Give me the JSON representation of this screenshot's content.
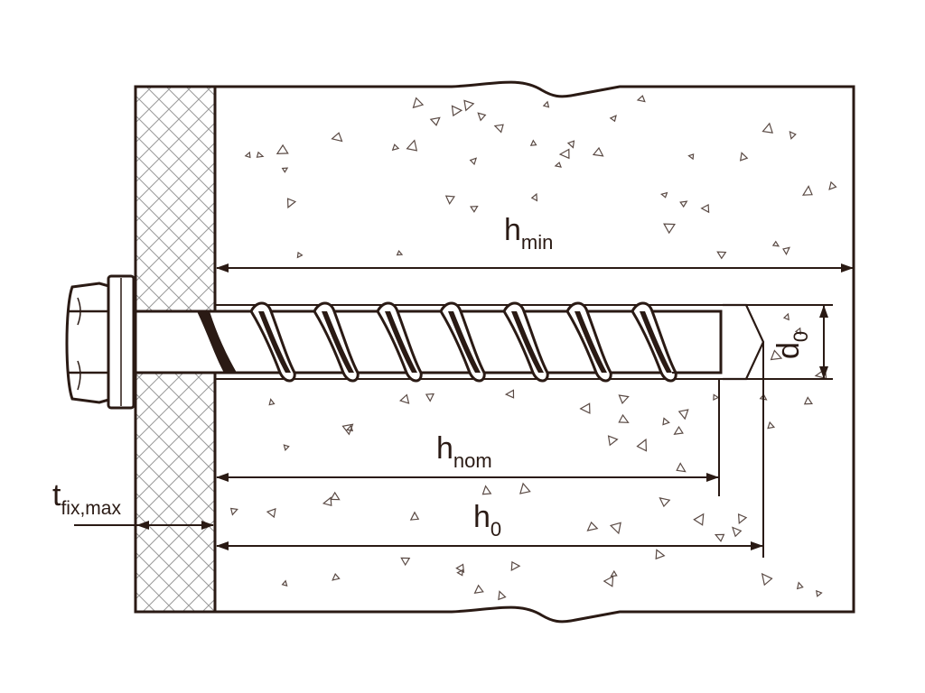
{
  "colors": {
    "ink": "#2a1a14",
    "background": "#ffffff",
    "concrete": "#ffffff",
    "fixture_hatch": "#9a9a9a"
  },
  "labels": {
    "h_min": {
      "main": "h",
      "sub": "min"
    },
    "d_0": {
      "main": "d",
      "sub": "0"
    },
    "h_nom": {
      "main": "h",
      "sub": "nom"
    },
    "h_0": {
      "main": "h",
      "sub": "0"
    },
    "t_fix_max": {
      "main": "t",
      "sub": "fix,max"
    }
  }
}
